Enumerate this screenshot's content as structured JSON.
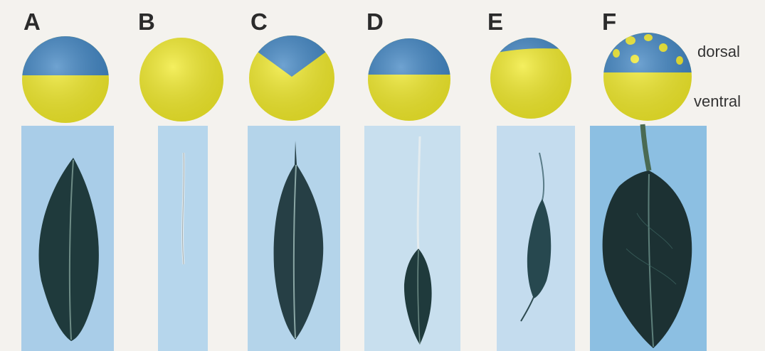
{
  "panels": [
    {
      "letter": "A"
    },
    {
      "letter": "B"
    },
    {
      "letter": "C"
    },
    {
      "letter": "D"
    },
    {
      "letter": "E"
    },
    {
      "letter": "F"
    }
  ],
  "labels": {
    "dorsal": "dorsal",
    "ventral": "ventral"
  },
  "colors": {
    "dorsal_blue": "#3f84c2",
    "ventral_yellow": "#f1ea2a",
    "background_blue": "#a9cde8",
    "leaf_dark": "#1f3a3c"
  }
}
